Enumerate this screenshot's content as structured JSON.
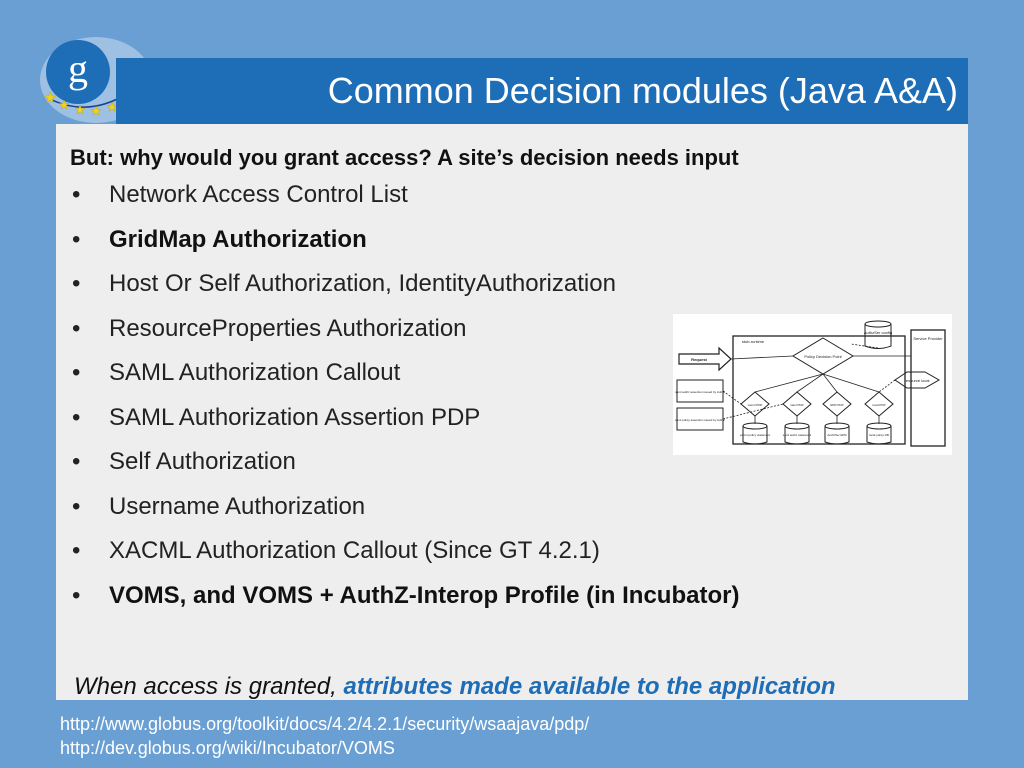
{
  "slide": {
    "title": "Common Decision modules (Java A&A)",
    "logo_letter": "g",
    "intro": "But: why would you grant access? A site’s decision needs input",
    "bullet_symbol": "•",
    "bullets": [
      {
        "text": "Network Access Control List",
        "bold": false
      },
      {
        "text": "GridMap Authorization",
        "bold": true
      },
      {
        "text": "Host Or Self Authorization, IdentityAuthorization",
        "bold": false
      },
      {
        "text": "ResourceProperties Authorization",
        "bold": false
      },
      {
        "text": "SAML Authorization Callout",
        "bold": false
      },
      {
        "text": "SAML Authorization Assertion PDP",
        "bold": false
      },
      {
        "text": "Self Authorization",
        "bold": false
      },
      {
        "text": "Username Authorization",
        "bold": false
      },
      {
        "text": "XACML Authorization Callout (Since GT 4.2.1)",
        "bold": false
      },
      {
        "text": "VOMS, and VOMS + AuthZ-Interop Profile (in Incubator)",
        "bold": true
      }
    ],
    "closing_lead": "When access is granted, ",
    "closing_highlight": "attributes made available to the application",
    "links": [
      "http://www.globus.org/toolkit/docs/4.2/4.2.1/security/wsaajava/pdp/",
      "http://dev.globus.org/wiki/Incubator/VOMS"
    ]
  },
  "diagram": {
    "labels": {
      "request": "Request",
      "stub_runtime": "stub-runtime",
      "service_provider": "Service Provider",
      "pdp_point": "Policy Decision Point",
      "authz_config": "AuthzSer config",
      "resource_local": "resource local",
      "saml_authz": "saml authz assertion issued by AuthZ",
      "saml_policy": "saml policy assertion issued by AuthZ",
      "xacml_pdp": "xacml PDP",
      "saml_pdp": "saml PDP",
      "epr_pdp": "EPR PDP",
      "local_pdp": "local PDP",
      "xacml_policy": "xacml policy statement",
      "saml_authz_stmt": "saml authz statement",
      "authz_epr": "AuthzSer EPR",
      "local_policy_db": "local policy DB"
    }
  },
  "colors": {
    "background": "#6a9fd3",
    "title_bar": "#1e6db7",
    "content_bg": "#eeeeee",
    "highlight": "#1e6db7",
    "logo_star": "#f2d21b"
  }
}
